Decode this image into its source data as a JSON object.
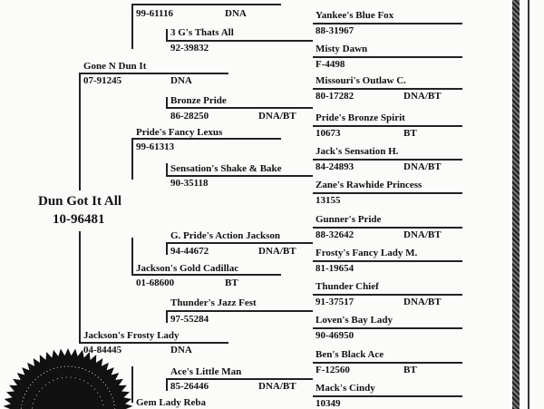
{
  "horse": {
    "name": "Dun Got It All",
    "reg": "10-96481"
  },
  "sire": {
    "name": "Gone N Dun It",
    "reg": "07-91245",
    "test": "DNA"
  },
  "dam": {
    "name": "Jackson's Frosty Lady",
    "reg": "04-84445",
    "test": "DNA"
  },
  "gen2": [
    {
      "reg": "99-61116",
      "test": "DNA"
    },
    {
      "name": "Pride's Fancy Lexus",
      "reg": "99-61313"
    },
    {
      "name": "Jackson's Gold Cadillac",
      "reg": "01-68600",
      "test": "BT"
    },
    {
      "name": "Gem Lady Reba"
    }
  ],
  "gen3": [
    {
      "name": "3 G's Thats All",
      "reg": "92-39832"
    },
    {
      "name": "Bronze Pride",
      "reg": "86-28250",
      "test": "DNA/BT"
    },
    {
      "name": "Sensation's Shake & Bake",
      "reg": "90-35118"
    },
    {
      "name": "G. Pride's Action Jackson",
      "reg": "94-44672",
      "test": "DNA/BT"
    },
    {
      "name": "Thunder's Jazz Fest",
      "reg": "97-55284"
    },
    {
      "name": "Ace's Little Man",
      "reg": "85-26446",
      "test": "DNA/BT"
    }
  ],
  "gen4": [
    {
      "name": "Yankee's Blue Fox",
      "reg": "88-31967"
    },
    {
      "name": "Misty Dawn",
      "reg": "F-4498"
    },
    {
      "name": "Missouri's Outlaw C.",
      "reg": "80-17282",
      "test": "DNA/BT"
    },
    {
      "name": "Pride's Bronze Spirit",
      "reg": "10673",
      "test": "BT"
    },
    {
      "name": "Jack's Sensation H.",
      "reg": "84-24893",
      "test": "DNA/BT"
    },
    {
      "name": "Zane's Rawhide Princess",
      "reg": "13155"
    },
    {
      "name": "Gunner's Pride",
      "reg": "88-32642",
      "test": "DNA/BT"
    },
    {
      "name": "Frosty's Fancy Lady M.",
      "reg": "81-19654"
    },
    {
      "name": "Thunder Chief",
      "reg": "91-37517",
      "test": "DNA/BT"
    },
    {
      "name": "Loven's Bay Lady",
      "reg": "90-46950"
    },
    {
      "name": "Ben's Black Ace",
      "reg": "F-12560",
      "test": "BT"
    },
    {
      "name": "Mack's Cindy",
      "reg": "10349"
    }
  ]
}
